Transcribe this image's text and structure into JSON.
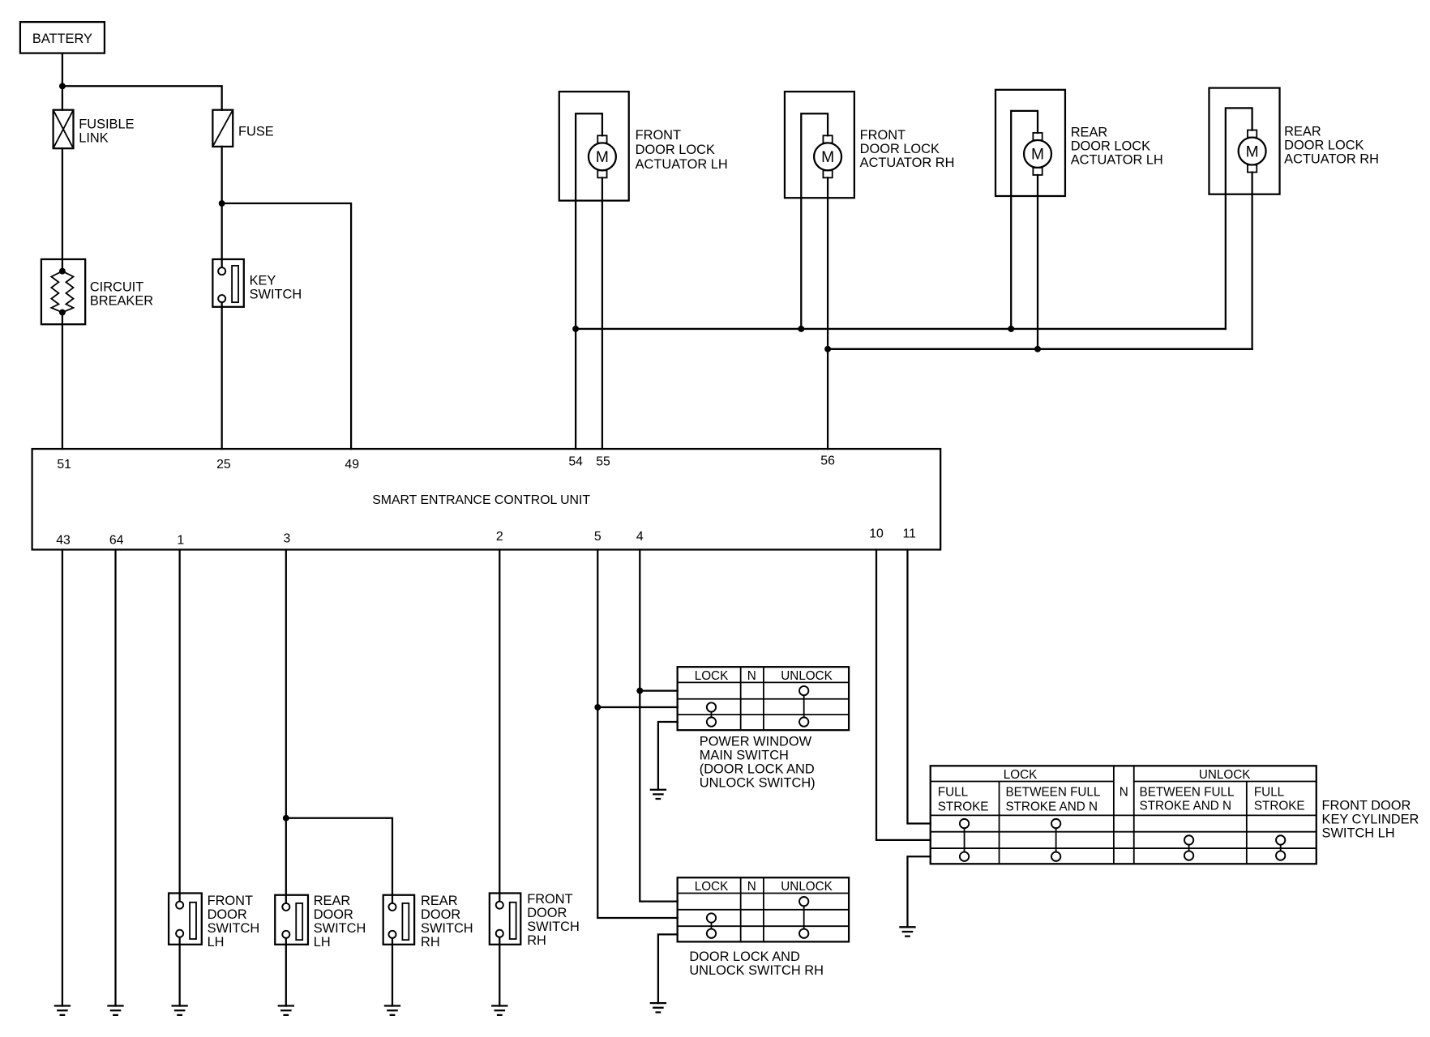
{
  "power_supply": {
    "battery": "BATTERY",
    "fusible_link": [
      "FUSIBLE",
      "LINK"
    ],
    "fuse": "FUSE",
    "circuit_breaker": [
      "CIRCUIT",
      "BREAKER"
    ],
    "key_switch": [
      "KEY",
      "SWITCH"
    ]
  },
  "actuators": [
    {
      "lines": [
        "FRONT",
        "DOOR LOCK",
        "ACTUATOR LH"
      ],
      "motor": "M"
    },
    {
      "lines": [
        "FRONT",
        "DOOR LOCK",
        "ACTUATOR RH"
      ],
      "motor": "M"
    },
    {
      "lines": [
        "REAR",
        "DOOR LOCK",
        "ACTUATOR LH"
      ],
      "motor": "M"
    },
    {
      "lines": [
        "REAR",
        "DOOR LOCK",
        "ACTUATOR RH"
      ],
      "motor": "M"
    }
  ],
  "control_unit": {
    "name": "SMART ENTRANCE CONTROL UNIT",
    "top_pins": [
      "51",
      "25",
      "49",
      "54",
      "55",
      "56"
    ],
    "bottom_pins": [
      "43",
      "64",
      "1",
      "3",
      "2",
      "5",
      "4",
      "10",
      "11"
    ]
  },
  "door_switches": [
    {
      "lines": [
        "FRONT",
        "DOOR",
        "SWITCH",
        "LH"
      ]
    },
    {
      "lines": [
        "REAR",
        "DOOR",
        "SWITCH",
        "LH"
      ]
    },
    {
      "lines": [
        "REAR",
        "DOOR",
        "SWITCH",
        "RH"
      ]
    },
    {
      "lines": [
        "FRONT",
        "DOOR",
        "SWITCH",
        "RH"
      ]
    }
  ],
  "power_window_main_switch": {
    "headers": [
      "LOCK",
      "N",
      "UNLOCK"
    ],
    "lines": [
      "POWER WINDOW",
      "MAIN SWITCH",
      "(DOOR LOCK AND",
      "UNLOCK SWITCH)"
    ]
  },
  "door_lock_unlock_switch_rh": {
    "headers": [
      "LOCK",
      "N",
      "UNLOCK"
    ],
    "lines": [
      "DOOR LOCK AND",
      "UNLOCK SWITCH RH"
    ]
  },
  "key_cylinder_switch_lh": {
    "headers": [
      "LOCK",
      "N",
      "UNLOCK"
    ],
    "sub_headers": [
      [
        "FULL",
        "STROKE"
      ],
      [
        "BETWEEN FULL",
        "STROKE AND N"
      ],
      [
        "BETWEEN FULL",
        "STROKE AND N"
      ],
      [
        "FULL",
        "STROKE"
      ]
    ],
    "lines": [
      "FRONT DOOR",
      "KEY CYLINDER",
      "SWITCH LH"
    ]
  }
}
